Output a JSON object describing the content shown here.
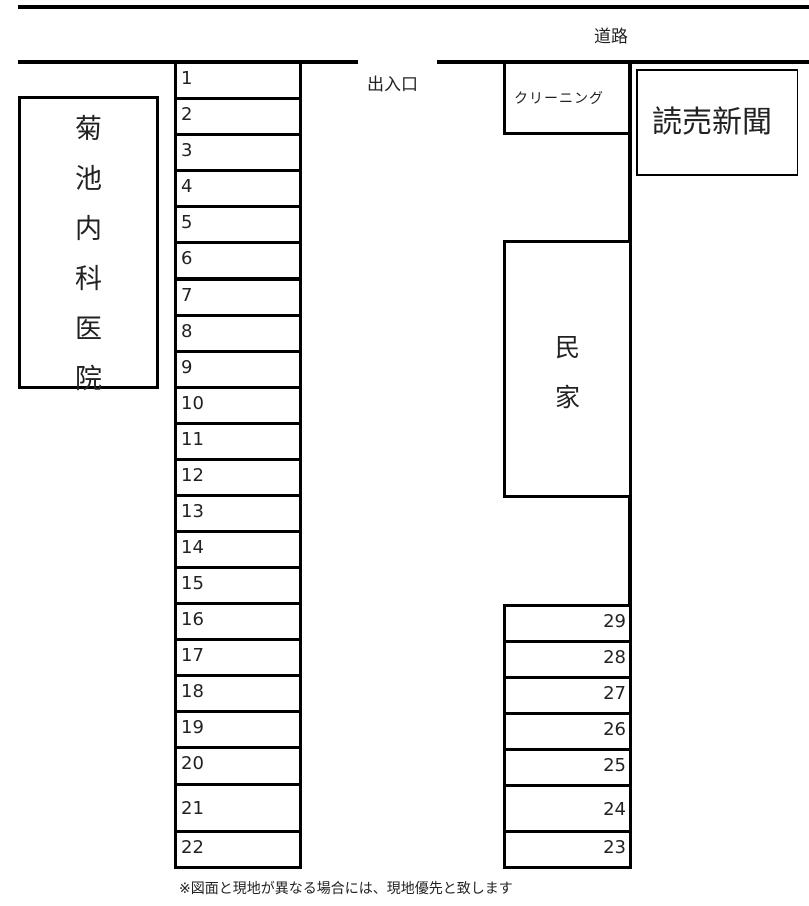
{
  "map": {
    "road_label": "道路",
    "entrance_label": "出入口",
    "footnote": "※図面と現地が異なる場合には、現地優先と致します"
  },
  "buildings": {
    "clinic": {
      "name": "菊池内科医院",
      "chars": [
        "菊",
        "池",
        "内",
        "科",
        "医",
        "院"
      ]
    },
    "cleaning": {
      "name": "クリーニング"
    },
    "newspaper": {
      "name": "読売新聞"
    },
    "house": {
      "name": "民家",
      "chars": [
        "民",
        "家"
      ]
    }
  },
  "left_stalls": [
    {
      "num": "1"
    },
    {
      "num": "2"
    },
    {
      "num": "3"
    },
    {
      "num": "4"
    },
    {
      "num": "5"
    },
    {
      "num": "6"
    },
    {
      "num": "7"
    },
    {
      "num": "8"
    },
    {
      "num": "9"
    },
    {
      "num": "10"
    },
    {
      "num": "11"
    },
    {
      "num": "12"
    },
    {
      "num": "13"
    },
    {
      "num": "14"
    },
    {
      "num": "15"
    },
    {
      "num": "16"
    },
    {
      "num": "17"
    },
    {
      "num": "18"
    },
    {
      "num": "19"
    },
    {
      "num": "20"
    },
    {
      "num": "21"
    },
    {
      "num": "22"
    }
  ],
  "right_stalls": [
    {
      "num": "29"
    },
    {
      "num": "28"
    },
    {
      "num": "27"
    },
    {
      "num": "26"
    },
    {
      "num": "25"
    },
    {
      "num": "24"
    },
    {
      "num": "23"
    }
  ],
  "colors": {
    "line": "#000000",
    "text": "#222222",
    "background": "#ffffff"
  }
}
